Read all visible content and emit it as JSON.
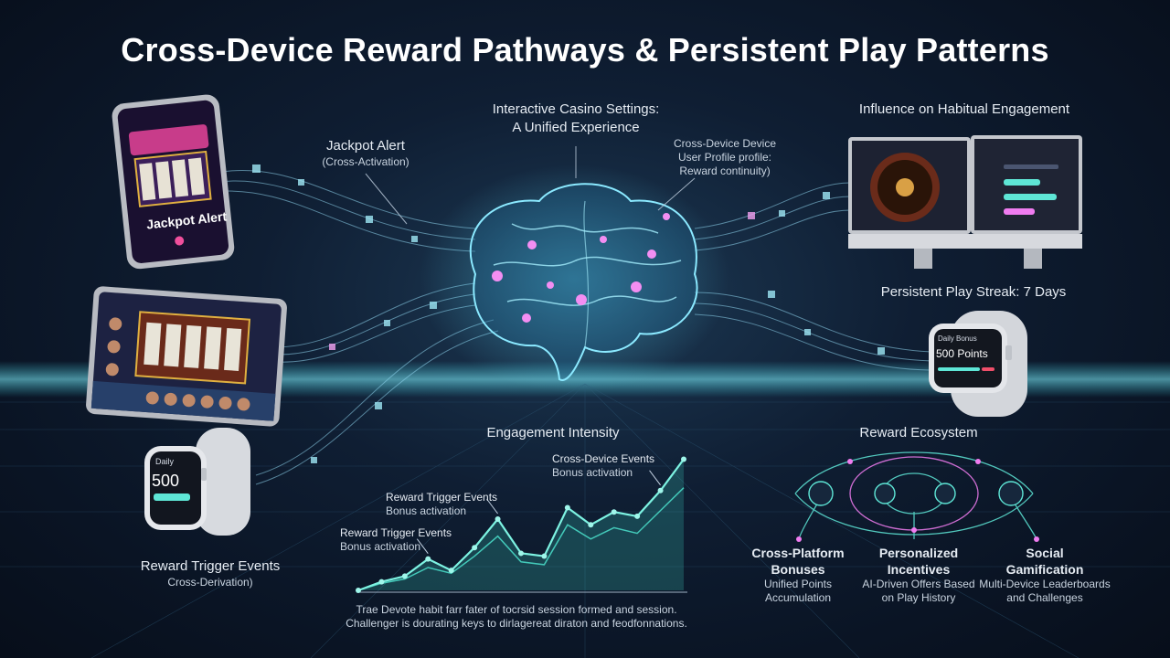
{
  "title": "Cross-Device Reward Pathways & Persistent Play Patterns",
  "labels": {
    "jackpot_alert": "Jackpot Alert",
    "jackpot_sub": "(Cross-Activation)",
    "center_title_1": "Interactive Casino Settings:",
    "center_title_2": "A Unified Experience",
    "cross_device_1": "Cross-Device Device",
    "cross_device_2": "User Profile profile:",
    "cross_device_3": "Reward continuity)",
    "influence": "Influence on Habitual Engagement",
    "streak": "Persistent Play Streak: 7 Days",
    "reward_trigger_left": "Reward Trigger Events",
    "reward_trigger_left_sub": "Cross-Derivation)",
    "engagement_intensity": "Engagement Intensity",
    "reward_ecosystem": "Reward Ecosystem"
  },
  "phone": {
    "screen_text": "Jackpot Alert"
  },
  "watch_left": {
    "label": "Daily",
    "value": "500"
  },
  "watch_right": {
    "label": "Daily Bonus",
    "value": "500 Points"
  },
  "chart_data": {
    "type": "area",
    "title": "Engagement Intensity",
    "xlabel": "",
    "ylabel": "",
    "series": [
      {
        "values": [
          0,
          6,
          10,
          22,
          14,
          30,
          50,
          26,
          24,
          58,
          46,
          55,
          52,
          70,
          92
        ]
      },
      {
        "values": [
          0,
          5,
          8,
          16,
          12,
          24,
          38,
          20,
          18,
          46,
          36,
          44,
          40,
          56,
          72
        ]
      }
    ],
    "ylim": [
      0,
      100
    ],
    "annotations": [
      {
        "title": "Reward Trigger Events",
        "sub": "Bonus activation",
        "at": 3
      },
      {
        "title": "Reward Trigger Events",
        "sub": "Bonus activation",
        "at": 6
      },
      {
        "title": "Cross-Device Events",
        "sub": "Bonus activation",
        "at": 13
      }
    ]
  },
  "chart_caption_1": "Trae Devote habit farr fater of tocrsid session formed and session.",
  "chart_caption_2": "Challenger is dourating keys to dirlagereat diraton and feodfonnations.",
  "ecosystem": [
    {
      "title_1": "Cross-Platform",
      "title_2": "Bonuses",
      "sub_1": "Unified Points",
      "sub_2": "Accumulation"
    },
    {
      "title_1": "Personalized",
      "title_2": "Incentives",
      "sub_1": "AI-Driven Offers Based",
      "sub_2": "on Play History"
    },
    {
      "title_1": "Social",
      "title_2": "Gamification",
      "sub_1": "Multi-Device Leaderboards",
      "sub_2": "and Challenges"
    }
  ],
  "colors": {
    "accent": "#5ee6d6",
    "glow": "#f07cf0",
    "bg": "#0f1e33"
  }
}
